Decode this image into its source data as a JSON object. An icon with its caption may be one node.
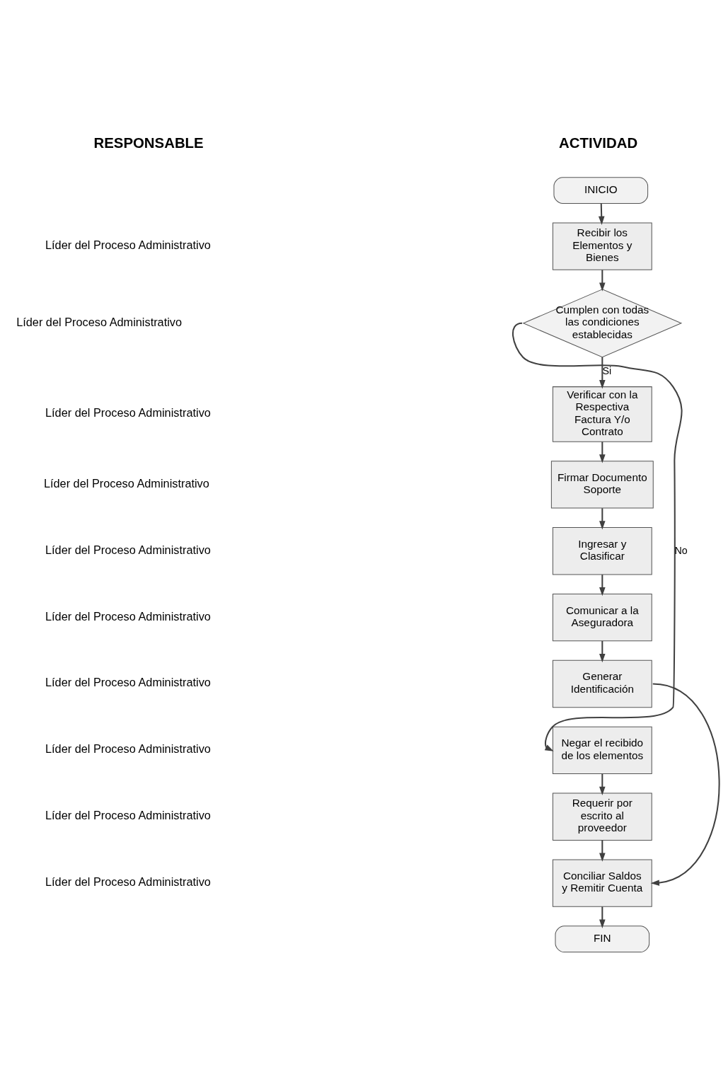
{
  "diagram": {
    "nodes": [
      {
        "text": [
          "INICIO"
        ]
      },
      {
        "text": [
          "Recibir los Elementos y Bienes"
        ]
      },
      {
        "text": [
          "Cumplen con todas las condiciones establecidas"
        ]
      },
      {
        "text": [
          "Verificar con la Respectiva Factura Y/o Contrato"
        ]
      },
      {
        "text": [
          "Firmar Documento Soporte"
        ]
      },
      {
        "text": [
          "Ingresar y Clasificar"
        ]
      },
      {
        "text": [
          "Comunicar a la Aseguradora"
        ]
      },
      {
        "text": [
          "Generar Identificación"
        ]
      },
      {
        "text": [
          "Negar el recibido de los elementos"
        ]
      },
      {
        "text": [
          "Requerir por escrito al proveedor"
        ]
      },
      {
        "text": [
          "Conciliar Saldos y Remitir Cuenta"
        ]
      },
      {
        "text": [
          "FIN"
        ]
      }
    ],
    "edges": [
      {
        "from": 0,
        "to": 1,
        "arrow": "to"
      },
      {
        "from": 1,
        "to": 2,
        "arrow": "to"
      },
      {
        "from": 2,
        "to": 3,
        "label": "Si",
        "arrow": "to"
      },
      {
        "from": 3,
        "to": 4,
        "arrow": "to"
      },
      {
        "from": 4,
        "to": 5,
        "arrow": "to"
      },
      {
        "from": 5,
        "to": 6,
        "arrow": "to"
      },
      {
        "from": 6,
        "to": 7,
        "arrow": "to"
      },
      {
        "from": 2,
        "to": 8,
        "label": "No",
        "arrow": "to"
      },
      {
        "from": 7,
        "to": 10,
        "arrow": "to"
      },
      {
        "from": 8,
        "to": 9,
        "arrow": "to"
      },
      {
        "from": 9,
        "to": 10,
        "arrow": "to"
      },
      {
        "from": 10,
        "to": 11,
        "arrow": "to"
      }
    ],
    "labels": [
      "RESPONSABLE",
      "ACTIVIDAD",
      "Líder del Proceso Administrativo",
      "Líder del Proceso Administrativo",
      "Líder del Proceso Administrativo",
      "Líder del Proceso Administrativo",
      "Líder del Proceso Administrativo",
      "Líder del Proceso Administrativo",
      "Líder del Proceso Administrativo",
      "Líder del Proceso Administrativo",
      "Líder del Proceso Administrativo",
      "Líder del Proceso Administrativo"
    ]
  }
}
